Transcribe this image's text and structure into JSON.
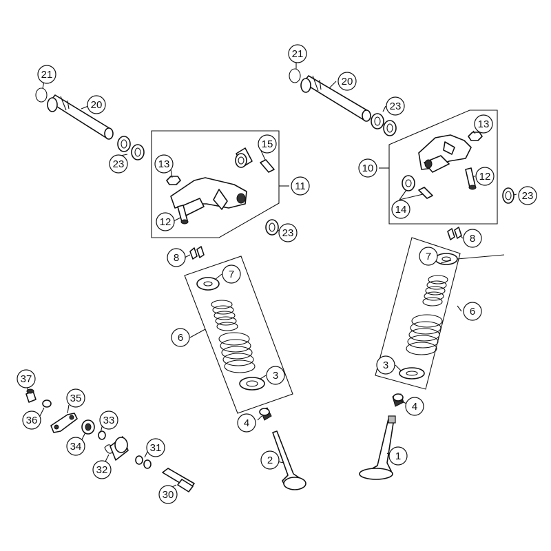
{
  "diagram": {
    "callouts": [
      "1",
      "2",
      "3",
      "3",
      "4",
      "4",
      "6",
      "6",
      "7",
      "7",
      "8",
      "8",
      "10",
      "11",
      "12",
      "12",
      "13",
      "13",
      "14",
      "15",
      "20",
      "20",
      "21",
      "21",
      "23",
      "23",
      "23",
      "23",
      "30",
      "31",
      "32",
      "33",
      "34",
      "35",
      "36",
      "37"
    ]
  }
}
